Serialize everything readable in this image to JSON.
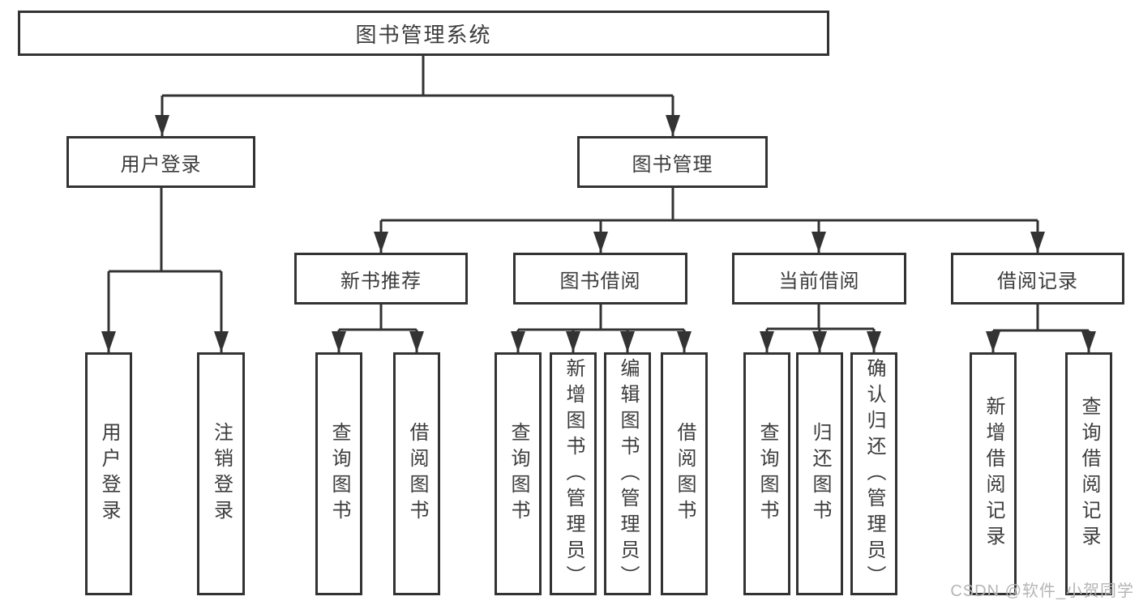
{
  "diagram": {
    "title": "图书管理系统",
    "branches": [
      {
        "label": "用户登录",
        "leaves": [
          "用户登录",
          "注销登录"
        ]
      },
      {
        "label": "图书管理",
        "groups": [
          {
            "label": "新书推荐",
            "leaves": [
              "查询图书",
              "借阅图书"
            ]
          },
          {
            "label": "图书借阅",
            "leaves": [
              "查询图书",
              "新增图书（管理员）",
              "编辑图书（管理员）",
              "借阅图书"
            ]
          },
          {
            "label": "当前借阅",
            "leaves": [
              "查询图书",
              "归还图书",
              "确认归还（管理员）"
            ]
          },
          {
            "label": "借阅记录",
            "leaves": [
              "新增借阅记录",
              "查询借阅记录"
            ]
          }
        ]
      }
    ]
  },
  "watermark": {
    "text": "CSDN @软件_小贺同学"
  },
  "colors": {
    "line": "#333333",
    "text": "#3c3c3c",
    "watermark": "#b5b5b5"
  }
}
